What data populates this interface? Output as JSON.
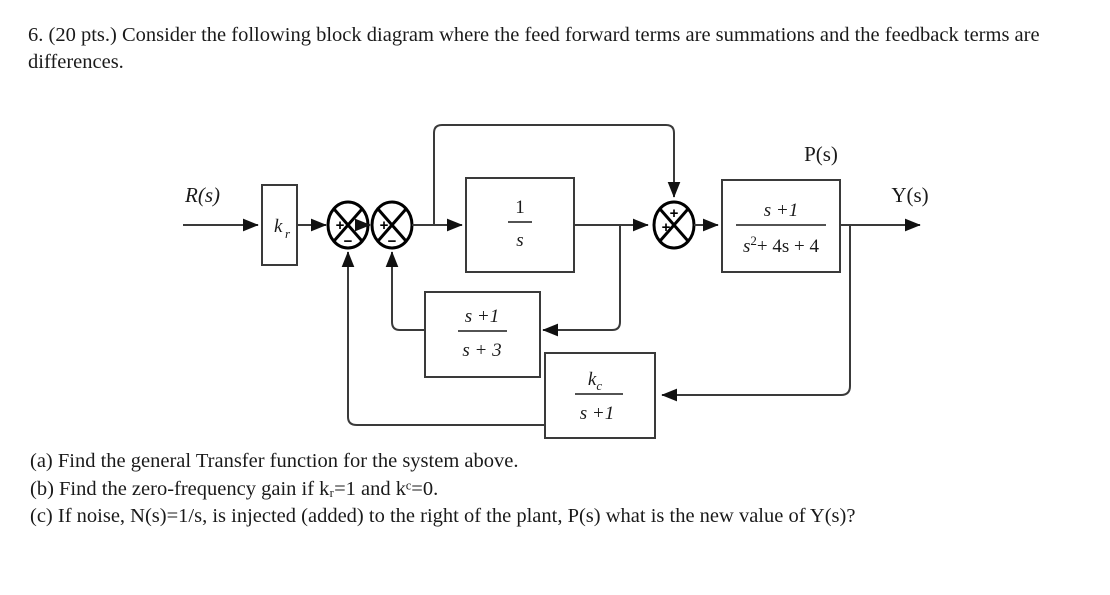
{
  "problem": {
    "statement": "6. (20 pts.) Consider the following block diagram where the feed forward terms are summations and the feedback terms are differences.",
    "questions": [
      "(a) Find the general Transfer function for the system above.",
      "(b) Find the zero-frequency gain if kᵣ=1 and kᶜ=0.",
      "(c) If noise, N(s)=1/s, is injected (added) to the right of the plant, P(s) what is the new value of Y(s)?"
    ]
  },
  "diagram": {
    "input_label": "R(s)",
    "output_label": "Y(s)",
    "plant_label": "P(s)",
    "blocks": {
      "gain": {
        "label": "k",
        "subscript": "r"
      },
      "integrator": {
        "numerator": "1",
        "denominator": "s"
      },
      "plant": {
        "numerator": "s +1",
        "denominator": "s",
        "den_exp": "2",
        "den_rest": "+ 4s + 4"
      },
      "inner_feedback": {
        "numerator": "s +1",
        "denominator": "s + 3"
      },
      "outer_feedback": {
        "numerator": "k",
        "num_subscript": "c",
        "denominator": "s +1"
      }
    },
    "junctions": [
      {
        "name": "sum-1",
        "left_sign": "+",
        "bottom_sign": "−"
      },
      {
        "name": "sum-2",
        "left_sign": "+",
        "bottom_sign": "−"
      },
      {
        "name": "sum-3",
        "left_sign": "+",
        "top_sign": "+"
      }
    ],
    "colors": {
      "line": "#3a3a3a",
      "text": "#1a1a1a",
      "arrow": "#000000"
    }
  }
}
